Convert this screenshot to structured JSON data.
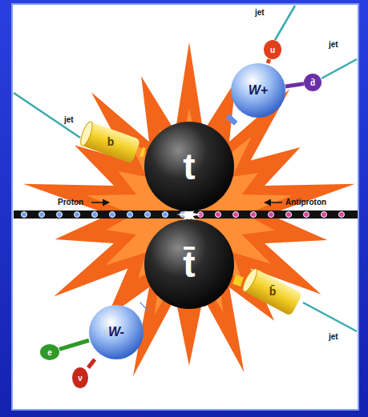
{
  "diagram": {
    "nodes": [
      {
        "text": [
          "u"
        ]
      },
      {
        "text": [
          "d̄"
        ]
      },
      {
        "text": [
          "W+"
        ]
      },
      {
        "text": [
          "b"
        ]
      },
      {
        "text": [
          "t"
        ]
      },
      {
        "text": [
          "t̄"
        ]
      },
      {
        "text": [
          "b̄"
        ]
      },
      {
        "text": [
          "W-"
        ]
      },
      {
        "text": [
          "e"
        ]
      },
      {
        "text": [
          "ν"
        ]
      }
    ],
    "edges": [
      {
        "from": 4,
        "to": 2,
        "arrow": "none"
      },
      {
        "from": 2,
        "to": 0,
        "arrow": "none"
      },
      {
        "from": 2,
        "to": 1,
        "arrow": "none"
      },
      {
        "from": 4,
        "to": 3,
        "arrow": "none"
      },
      {
        "from": 5,
        "to": 7,
        "arrow": "none"
      },
      {
        "from": 5,
        "to": 6,
        "arrow": "none"
      },
      {
        "from": 7,
        "to": 8,
        "arrow": "none"
      },
      {
        "from": 7,
        "to": 9,
        "arrow": "none"
      }
    ],
    "labels": [
      "jet",
      "jet",
      "jet",
      "Proton",
      "Antiproton",
      "jet"
    ]
  }
}
